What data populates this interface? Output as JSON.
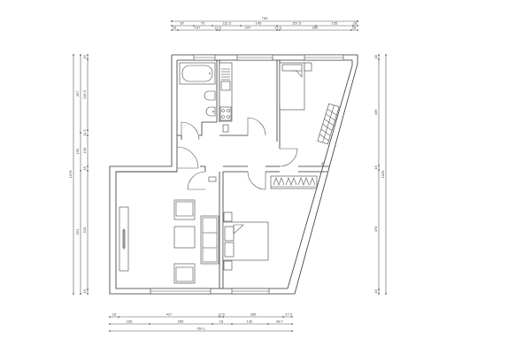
{
  "drawing": {
    "type": "apartment floor plan",
    "background": "#ffffff",
    "line_color": "#333333"
  },
  "dimensions": {
    "top": {
      "overall": "750",
      "row1": [
        "87",
        "75",
        "112.5",
        "145",
        "157.5",
        "155",
        "18"
      ],
      "row2": [
        "25",
        "157",
        "12.5",
        "247",
        "12.5",
        "260",
        "18"
      ]
    },
    "bottom": {
      "row1": [
        "18",
        "427",
        "12.5",
        "285",
        "27.5"
      ],
      "row2": [
        "165",
        "265",
        "18",
        "130",
        "98.7"
      ],
      "overall": "769.1"
    },
    "left": {
      "overall": "1078",
      "row1": [
        "357",
        "155",
        "551"
      ],
      "row2": [
        "18",
        "246.5",
        "11.5",
        "105",
        "18",
        "515",
        "18"
      ]
    },
    "right": {
      "overall": "1026",
      "row1": [
        "18",
        "436",
        "18",
        "478",
        "18"
      ]
    }
  },
  "rooms": [
    {
      "name": "bathroom",
      "fixtures": [
        "bathtub",
        "toilet",
        "sink"
      ]
    },
    {
      "name": "kitchen",
      "fixtures": [
        "counter-sink",
        "stove",
        "fridge"
      ]
    },
    {
      "name": "bedroom-north",
      "fixtures": [
        "single-bed",
        "wardrobe",
        "nightstand"
      ]
    },
    {
      "name": "hallway",
      "fixtures": [
        "shoe-cabinet"
      ]
    },
    {
      "name": "living-room",
      "fixtures": [
        "tv-unit",
        "armchair",
        "armchair",
        "coffee-table",
        "sofa"
      ]
    },
    {
      "name": "bedroom-south",
      "fixtures": [
        "double-bed",
        "nightstand",
        "nightstand",
        "wardrobe"
      ]
    }
  ]
}
